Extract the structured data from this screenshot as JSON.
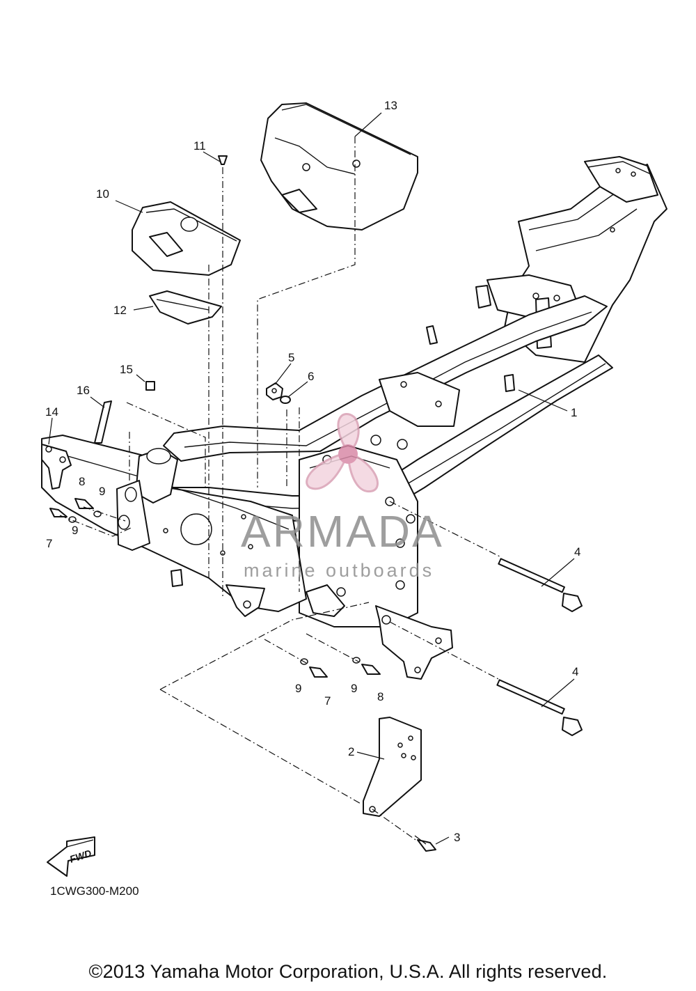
{
  "diagram_code": "1CWG300-M200",
  "copyright": "©2013 Yamaha Motor Corporation, U.S.A. All rights reserved.",
  "fwd_label": "FWD",
  "watermark": {
    "brand": "ARMADA",
    "tagline": "marine outboards",
    "accent_color": "#d9a0b4",
    "text_color": "#8e8e8e"
  },
  "callouts": [
    "1",
    "2",
    "3",
    "4",
    "4",
    "5",
    "6",
    "7",
    "7",
    "8",
    "8",
    "9",
    "9",
    "9",
    "9",
    "10",
    "11",
    "12",
    "13",
    "14",
    "15",
    "16"
  ]
}
